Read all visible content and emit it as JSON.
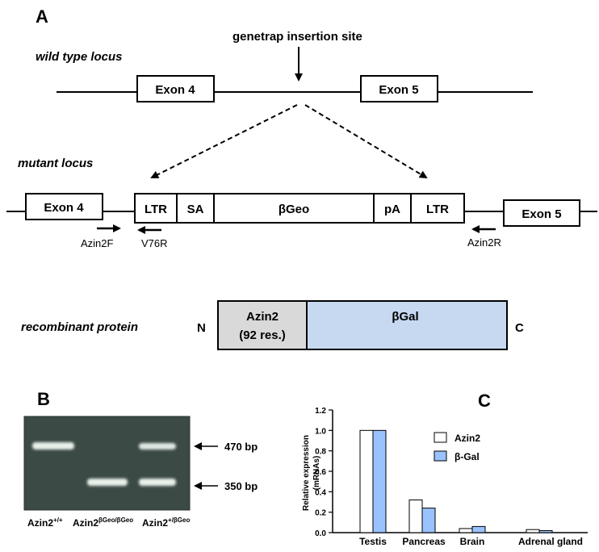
{
  "panel_a": {
    "letter": "A",
    "insertion_label": "genetrap insertion site",
    "wild_type_label": "wild type locus",
    "mutant_label": "mutant locus",
    "recombinant_label": "recombinant protein",
    "exon4": "Exon 4",
    "exon5": "Exon 5",
    "cassette": [
      "LTR",
      "SA",
      "βGeo",
      "pA",
      "LTR"
    ],
    "primer_azin2f": "Azin2F",
    "primer_v76r": "V76R",
    "primer_azin2r": "Azin2R",
    "protein_n": "N",
    "protein_c": "C",
    "protein_azin2": "Azin2",
    "protein_res": "(92 res.)",
    "protein_bgal": "βGal",
    "colors": {
      "azin2_box": "#d9d9d9",
      "bgal_box": "#c6d9f0"
    }
  },
  "panel_b": {
    "letter": "B",
    "band_470": "470 bp",
    "band_350": "350 bp",
    "lane1_base": "Azin2",
    "lane1_sup": "+/+",
    "lane2_base": "Azin2",
    "lane2_sup": "βGeo/βGeo",
    "lane3_base": "Azin2",
    "lane3_sup": "+/βGeo",
    "gel_color": "#3c4a46"
  },
  "panel_c": {
    "letter": "C",
    "chart_data": {
      "type": "bar",
      "categories": [
        "Testis",
        "Pancreas",
        "Brain",
        "Adrenal gland"
      ],
      "series": [
        {
          "name": "Azin2",
          "values": [
            1.0,
            0.32,
            0.04,
            0.03
          ],
          "color": "#ffffff"
        },
        {
          "name": "β-Gal",
          "values": [
            1.0,
            0.24,
            0.06,
            0.02
          ],
          "color": "#99c2ff"
        }
      ],
      "ylabel_line1": "Relative expression",
      "ylabel_line2": "(mRNAs)",
      "ylim": [
        0,
        1.2
      ],
      "yticks": [
        "0.0",
        "0.2",
        "0.4",
        "0.6",
        "0.8",
        "1.0",
        "1.2"
      ],
      "grid": false,
      "legend": "right"
    }
  }
}
